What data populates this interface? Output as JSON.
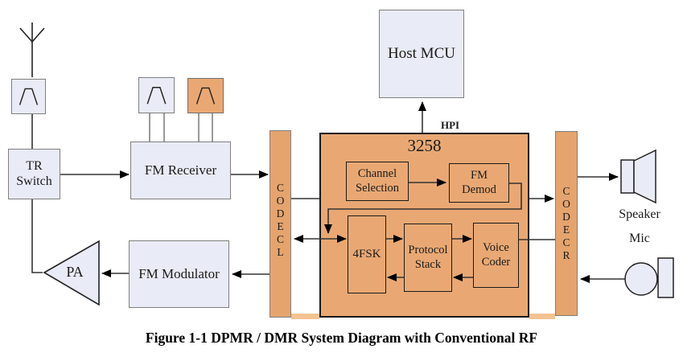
{
  "caption": "Figure 1-1 DPMR / DMR System Diagram with Conventional RF",
  "colors": {
    "block_orange": "#e9a873",
    "block_lavender": "#e9ebf6",
    "bottom_strip": "#f3c291",
    "line": "#333333",
    "text": "#1a1a1a"
  },
  "blocks": {
    "tr_switch": "TR\nSwitch",
    "fm_receiver": "FM Receiver",
    "host_mcu": "Host MCU",
    "chip": "3258",
    "hpi": "HPI",
    "channel_selection": "Channel\nSelection",
    "fm_demod": "FM\nDemod",
    "fsk": "4FSK",
    "protocol_stack": "Protocol\nStack",
    "voice_coder": "Voice\nCoder",
    "codec_left": "C\nO\nD\nE\nC\nL",
    "codec_right": "C\nO\nD\nE\nC\nR",
    "fm_modulator": "FM Modulator",
    "pa": "PA",
    "speaker": "Speaker",
    "mic": "Mic"
  }
}
